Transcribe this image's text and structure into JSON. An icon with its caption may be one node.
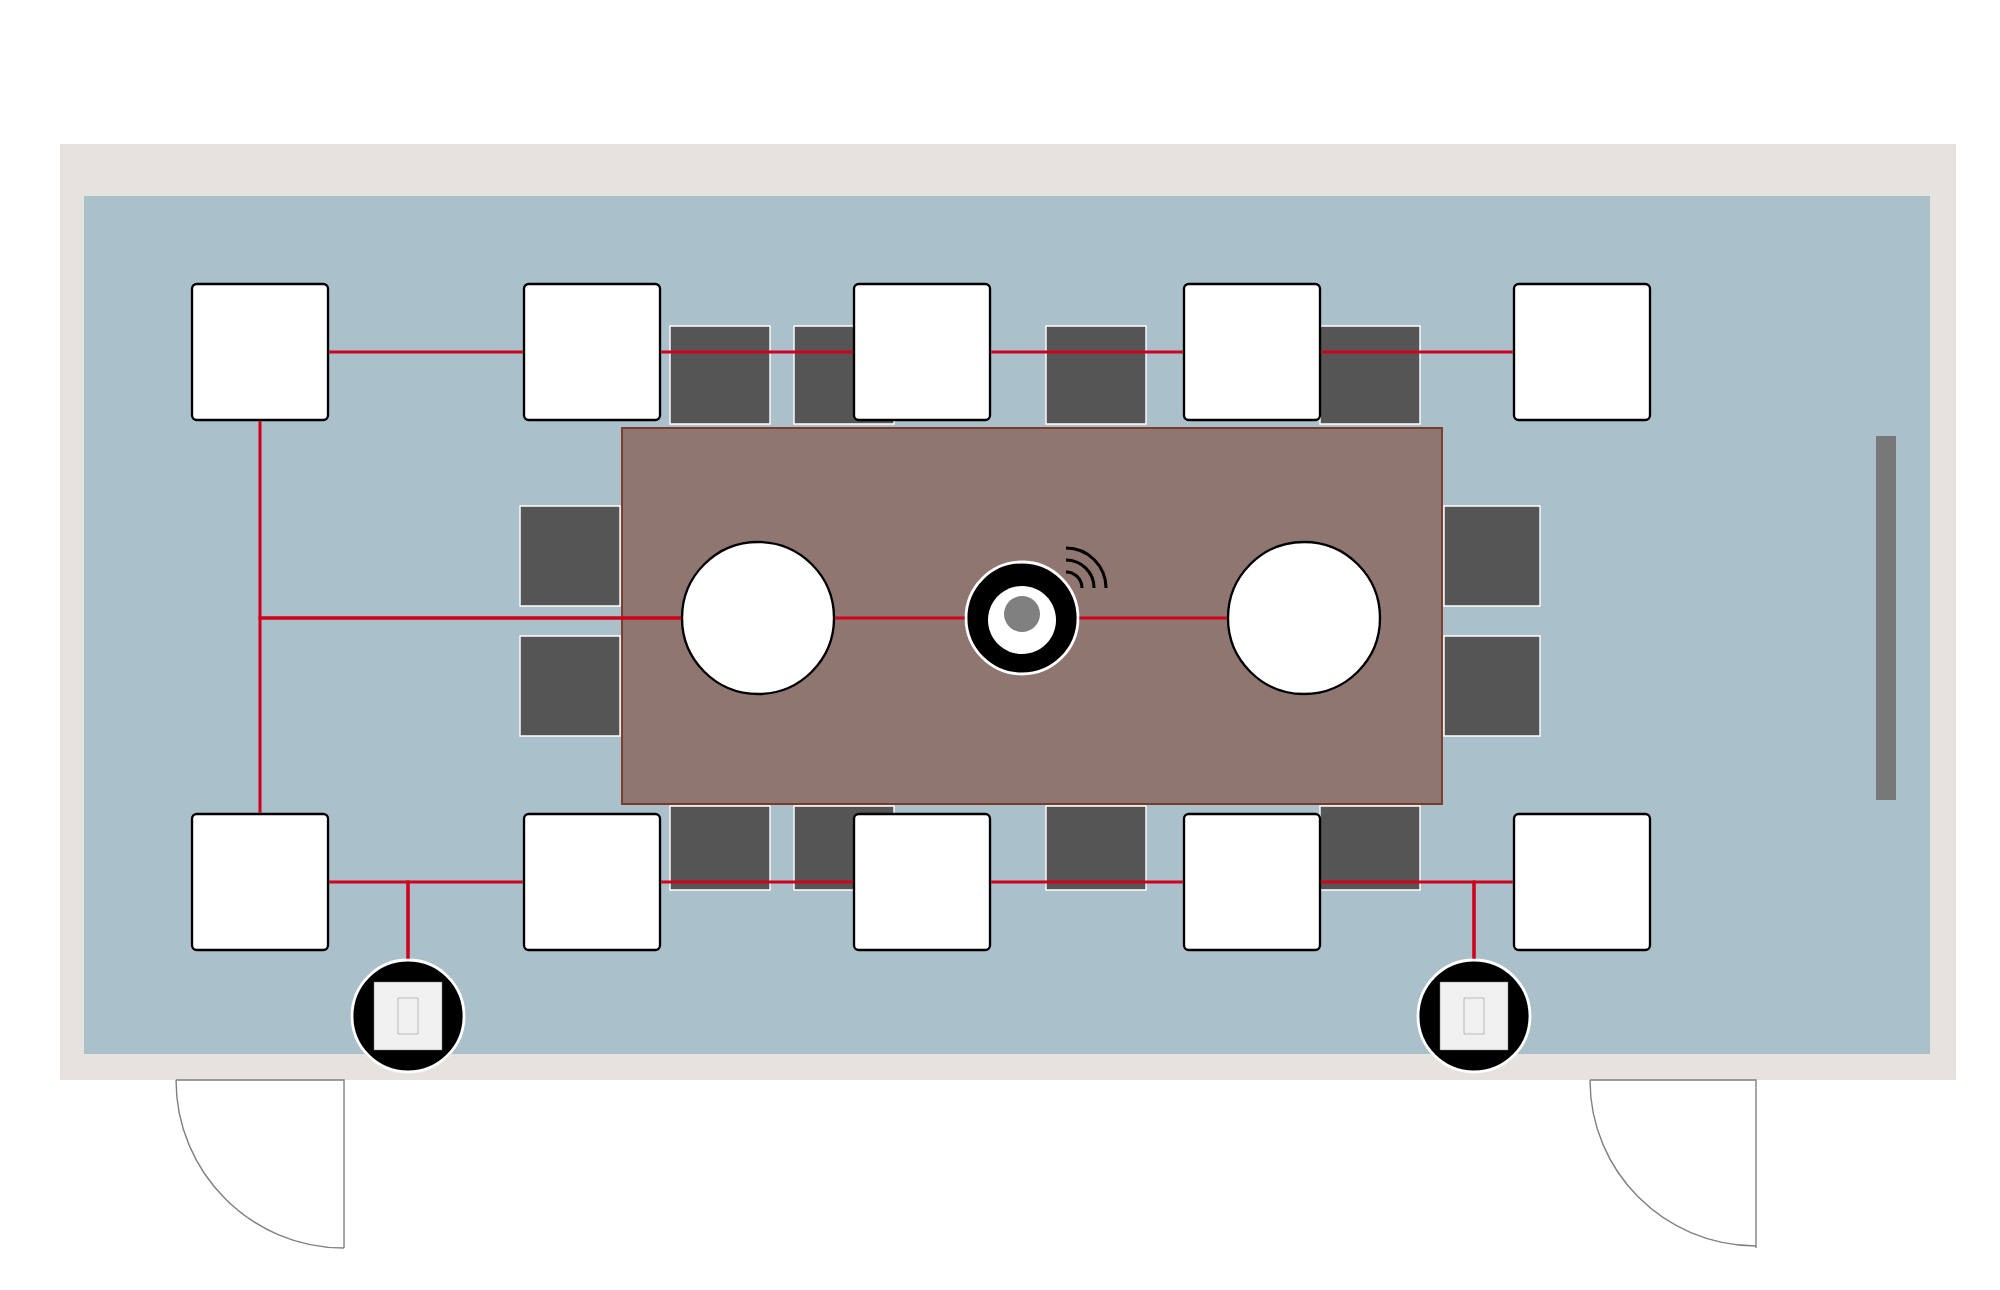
{
  "diagram": {
    "nodes": [
      {
        "text": [],
        "shape": "box"
      },
      {
        "text": [],
        "shape": "box"
      },
      {
        "text": [],
        "shape": "box"
      },
      {
        "text": [],
        "shape": "box"
      },
      {
        "text": [],
        "shape": "box"
      },
      {
        "text": [],
        "shape": "circle"
      },
      {
        "text": [],
        "shape": "circle"
      },
      {
        "text": [],
        "shape": "circle"
      },
      {
        "text": [],
        "shape": "box"
      },
      {
        "text": [],
        "shape": "box"
      },
      {
        "text": [],
        "shape": "box"
      },
      {
        "text": [],
        "shape": "box"
      },
      {
        "text": [],
        "shape": "box"
      },
      {
        "text": [],
        "shape": "circle"
      },
      {
        "text": [],
        "shape": "circle"
      }
    ],
    "edges": [
      {
        "from": 0,
        "to": 1,
        "arrow": "none"
      },
      {
        "from": 1,
        "to": 2,
        "arrow": "none"
      },
      {
        "from": 2,
        "to": 3,
        "arrow": "none"
      },
      {
        "from": 3,
        "to": 4,
        "arrow": "none"
      },
      {
        "from": 0,
        "to": 5,
        "arrow": "none"
      },
      {
        "from": 8,
        "to": 5,
        "arrow": "none"
      },
      {
        "from": 5,
        "to": 6,
        "arrow": "none"
      },
      {
        "from": 6,
        "to": 7,
        "arrow": "none"
      },
      {
        "from": 9,
        "to": 10,
        "arrow": "none"
      },
      {
        "from": 10,
        "to": 11,
        "arrow": "none"
      },
      {
        "from": 13,
        "to": 8,
        "arrow": "none"
      },
      {
        "from": 13,
        "to": 9,
        "arrow": "none"
      },
      {
        "from": 14,
        "to": 11,
        "arrow": "none"
      },
      {
        "from": 14,
        "to": 12,
        "arrow": "none"
      }
    ]
  }
}
